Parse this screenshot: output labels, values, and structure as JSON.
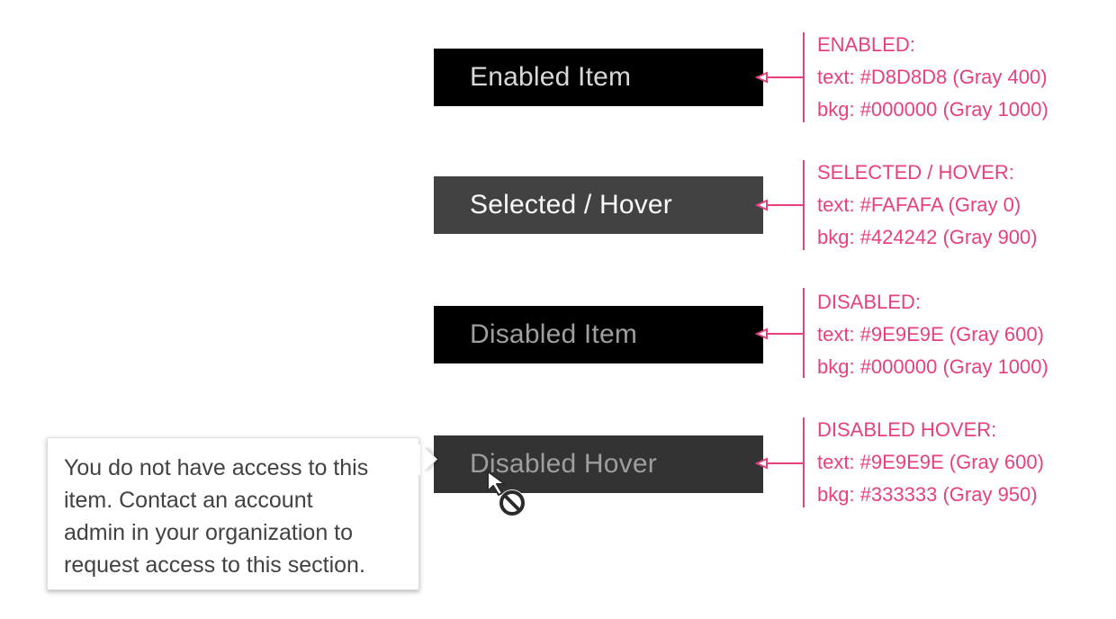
{
  "menu_items": [
    {
      "label": "Enabled Item",
      "text_color": "#D8D8D8",
      "bg_color": "#000000"
    },
    {
      "label": "Selected / Hover",
      "text_color": "#FAFAFA",
      "bg_color": "#424242"
    },
    {
      "label": "Disabled Item",
      "text_color": "#9E9E9E",
      "bg_color": "#000000"
    },
    {
      "label": "Disabled Hover",
      "text_color": "#9E9E9E",
      "bg_color": "#333333"
    }
  ],
  "annotations": [
    {
      "title": "ENABLED:",
      "text": "text: #D8D8D8 (Gray 400)",
      "bkg": "bkg: #000000 (Gray 1000)"
    },
    {
      "title": "SELECTED / HOVER:",
      "text": "text: #FAFAFA (Gray 0)",
      "bkg": "bkg: #424242 (Gray 900)"
    },
    {
      "title": "DISABLED:",
      "text": "text: #9E9E9E (Gray 600)",
      "bkg": "bkg: #000000 (Gray 1000)"
    },
    {
      "title": "DISABLED HOVER:",
      "text": "text: #9E9E9E (Gray 600)",
      "bkg": "bkg: #333333  (Gray 950)"
    }
  ],
  "tooltip": {
    "lines": [
      "You do not have access to this",
      "item.  Contact an account",
      "admin in your organization to",
      "request access to this section."
    ]
  },
  "colors": {
    "annotation_accent": "#E8407F",
    "tooltip_text": "#424242"
  },
  "icons": {
    "cursor": "arrow-pointer-icon",
    "not_allowed": "not-allowed-icon"
  }
}
